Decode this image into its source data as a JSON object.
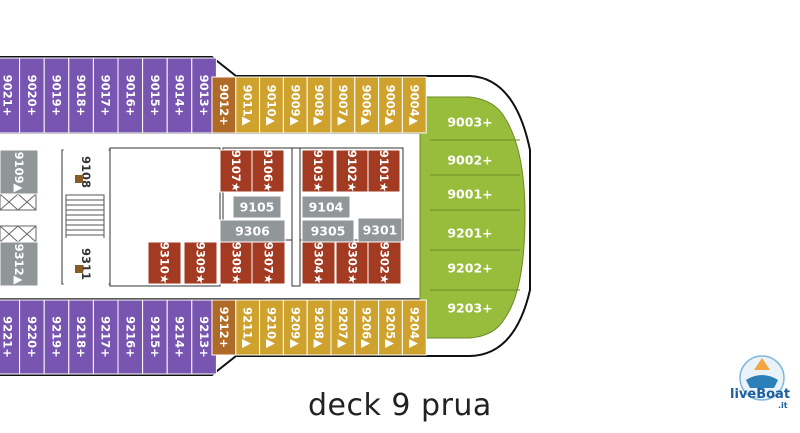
{
  "caption": "deck 9 prua",
  "logo": {
    "text": "liveBoat",
    "suffix": ".it"
  },
  "colors": {
    "purple": "#7855b0",
    "gold": "#cfa22e",
    "brown": "#a33b23",
    "green": "#98bd3c",
    "gray": "#919699",
    "hull": "#111111"
  },
  "cabins": {
    "top_purple": [
      "9021+",
      "9020+",
      "9019+",
      "9018+",
      "9017+",
      "9016+",
      "9015+",
      "9014+",
      "9013+"
    ],
    "top_gold": [
      "9012+",
      "9011▲",
      "9010▲",
      "9009▲",
      "9008▲",
      "9007▲",
      "9006▲",
      "9005▲",
      "9004▲"
    ],
    "bottom_purple": [
      "9221+",
      "9220+",
      "9219+",
      "9218+",
      "9217+",
      "9216+",
      "9215+",
      "9214+",
      "9213+"
    ],
    "bottom_gold": [
      "9212+",
      "9211▲",
      "9210▲",
      "9209▲",
      "9208▲",
      "9207▲",
      "9206▲",
      "9205▲",
      "9204▲"
    ],
    "inner_top_brown": [
      "9107★",
      "9106★",
      "9103★",
      "9102★",
      "9101★"
    ],
    "inner_bottom_brown": [
      "9310★",
      "9309★",
      "9308★",
      "9307★",
      "9304★",
      "9303★",
      "9302★"
    ],
    "inner_gray": [
      "9105",
      "9104",
      "9306",
      "9305",
      "9301"
    ],
    "left_gray": [
      "9109▲",
      "9312▲"
    ],
    "stair_cabins": [
      "9108",
      "9311"
    ],
    "suites": [
      "9003+",
      "9002+",
      "9001+",
      "9201+",
      "9202+",
      "9203+"
    ]
  }
}
